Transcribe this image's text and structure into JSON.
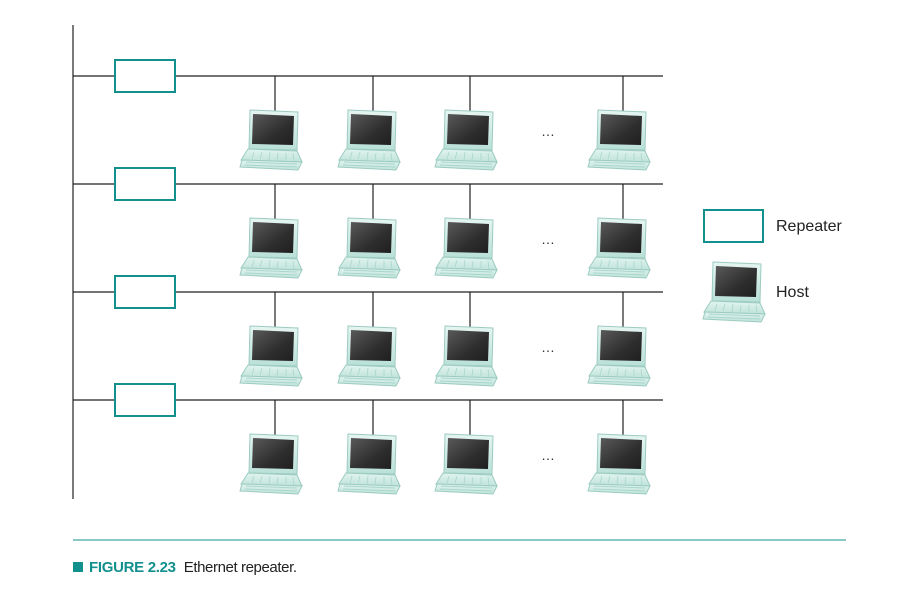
{
  "diagram": {
    "rows": [
      {
        "repeater": "repeater",
        "hosts": [
          "host",
          "host",
          "host",
          "host"
        ],
        "ellipsis": "…"
      },
      {
        "repeater": "repeater",
        "hosts": [
          "host",
          "host",
          "host",
          "host"
        ],
        "ellipsis": "…"
      },
      {
        "repeater": "repeater",
        "hosts": [
          "host",
          "host",
          "host",
          "host"
        ],
        "ellipsis": "…"
      },
      {
        "repeater": "repeater",
        "hosts": [
          "host",
          "host",
          "host",
          "host"
        ],
        "ellipsis": "…"
      }
    ],
    "legend": {
      "repeater_label": "Repeater",
      "host_label": "Host"
    }
  },
  "caption": {
    "label": "FIGURE 2.23",
    "title": "Ethernet repeater."
  },
  "colors": {
    "accent": "#12908e",
    "line": "#222222",
    "screen_dark": "#3a3a3a",
    "keyboard": "#cfece6"
  }
}
